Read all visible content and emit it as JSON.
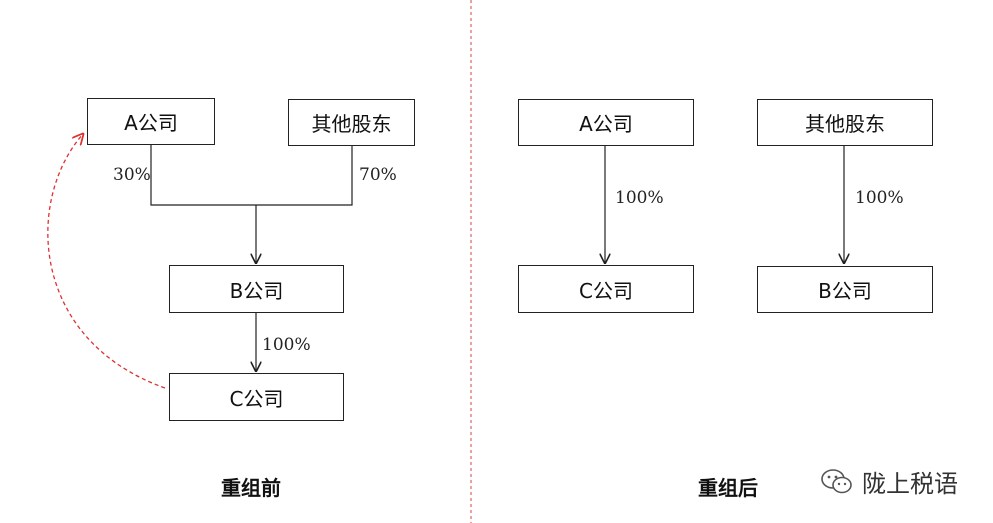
{
  "left": {
    "boxes": {
      "a": "A公司",
      "other": "其他股东",
      "b": "B公司",
      "c": "C公司"
    },
    "labels": {
      "a_to_b": "30%",
      "other_to_b": "70%",
      "b_to_c": "100%"
    },
    "caption": "重组前"
  },
  "right": {
    "boxes": {
      "a": "A公司",
      "other": "其他股东",
      "c": "C公司",
      "b": "B公司"
    },
    "labels": {
      "a_to_c": "100%",
      "other_to_b": "100%"
    },
    "caption": "重组后"
  },
  "brand": {
    "icon": "wechat-icon",
    "text": "陇上税语"
  },
  "colors": {
    "line": "#222222",
    "divider": "#e06060",
    "transfer_arrow": "#e03030"
  }
}
